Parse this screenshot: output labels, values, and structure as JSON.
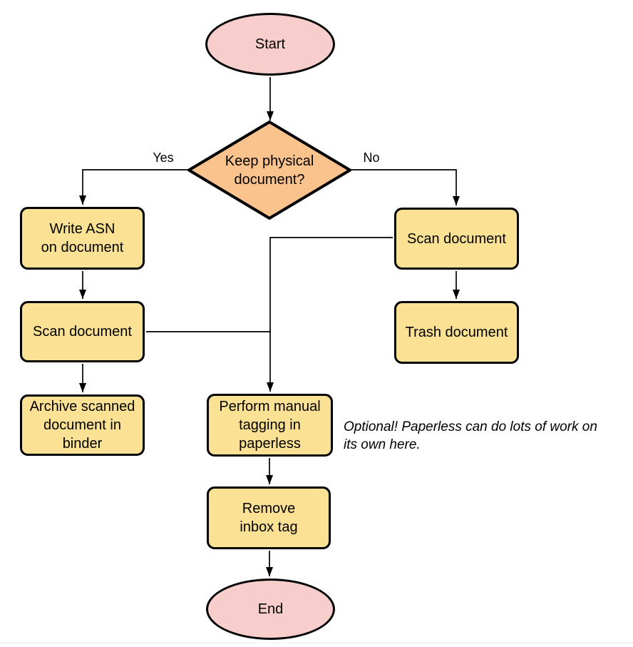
{
  "diagram": {
    "nodes": {
      "start": {
        "label": "Start"
      },
      "decision": {
        "label": "Keep physical\ndocument?"
      },
      "write_asn": {
        "label": "Write ASN\non document"
      },
      "scan_left": {
        "label": "Scan document"
      },
      "archive": {
        "label": "Archive scanned\ndocument in\nbinder"
      },
      "scan_right": {
        "label": "Scan document"
      },
      "trash": {
        "label": "Trash document"
      },
      "tagging": {
        "label": "Perform manual\ntagging in\npaperless"
      },
      "remove_inbox": {
        "label": "Remove\ninbox tag"
      },
      "end": {
        "label": "End"
      }
    },
    "edge_labels": {
      "yes": "Yes",
      "no": "No"
    },
    "annotation": "Optional! Paperless can do lots of work on\nits own here.",
    "colors": {
      "terminator_fill": "#f8cecc",
      "decision_fill": "#fac28c",
      "process_fill": "#fbe194",
      "stroke": "#000000"
    }
  }
}
